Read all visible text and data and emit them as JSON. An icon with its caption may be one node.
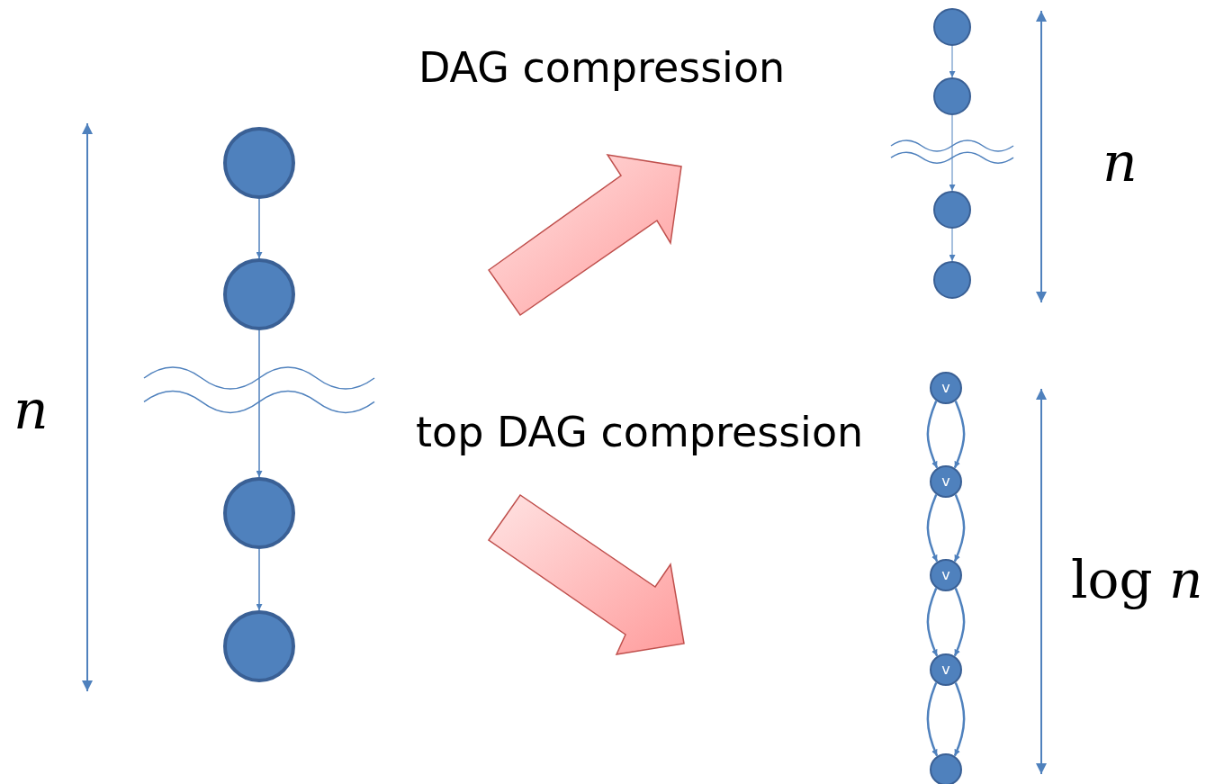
{
  "diagram": {
    "nodes": [
      {
        "text": [],
        "shape": "circle"
      },
      {
        "text": [],
        "shape": "circle"
      },
      {
        "text": [],
        "shape": "circle"
      },
      {
        "text": [],
        "shape": "circle"
      },
      {
        "text": [],
        "shape": "circle"
      },
      {
        "text": [],
        "shape": "circle"
      },
      {
        "text": [],
        "shape": "circle"
      },
      {
        "text": [],
        "shape": "circle"
      },
      {
        "text": [
          "v"
        ]
      },
      {
        "text": [
          "v"
        ]
      },
      {
        "text": [
          "v"
        ]
      },
      {
        "text": [
          "v"
        ]
      },
      {
        "text": [],
        "shape": "circle"
      }
    ],
    "edges": [
      {
        "from": 0,
        "to": 1,
        "arrow": "to"
      },
      {
        "from": 1,
        "to": 2,
        "arrow": "to"
      },
      {
        "from": 2,
        "to": 3,
        "arrow": "to"
      },
      {
        "from": 4,
        "to": 5,
        "arrow": "to"
      },
      {
        "from": 5,
        "to": 6,
        "arrow": "to"
      },
      {
        "from": 6,
        "to": 7,
        "arrow": "to"
      },
      {
        "from": 8,
        "to": 9,
        "arrow": "to"
      },
      {
        "from": 8,
        "to": 9,
        "arrow": "to"
      },
      {
        "from": 9,
        "to": 10,
        "arrow": "to"
      },
      {
        "from": 9,
        "to": 10,
        "arrow": "to"
      },
      {
        "from": 10,
        "to": 11,
        "arrow": "to"
      },
      {
        "from": 10,
        "to": 11,
        "arrow": "to"
      },
      {
        "from": 11,
        "to": 12,
        "arrow": "to"
      },
      {
        "from": 11,
        "to": 12,
        "arrow": "to"
      }
    ],
    "labels": [
      "DAG compression",
      "*n*",
      "*n*",
      "top DAG compression",
      "log *n*"
    ]
  }
}
